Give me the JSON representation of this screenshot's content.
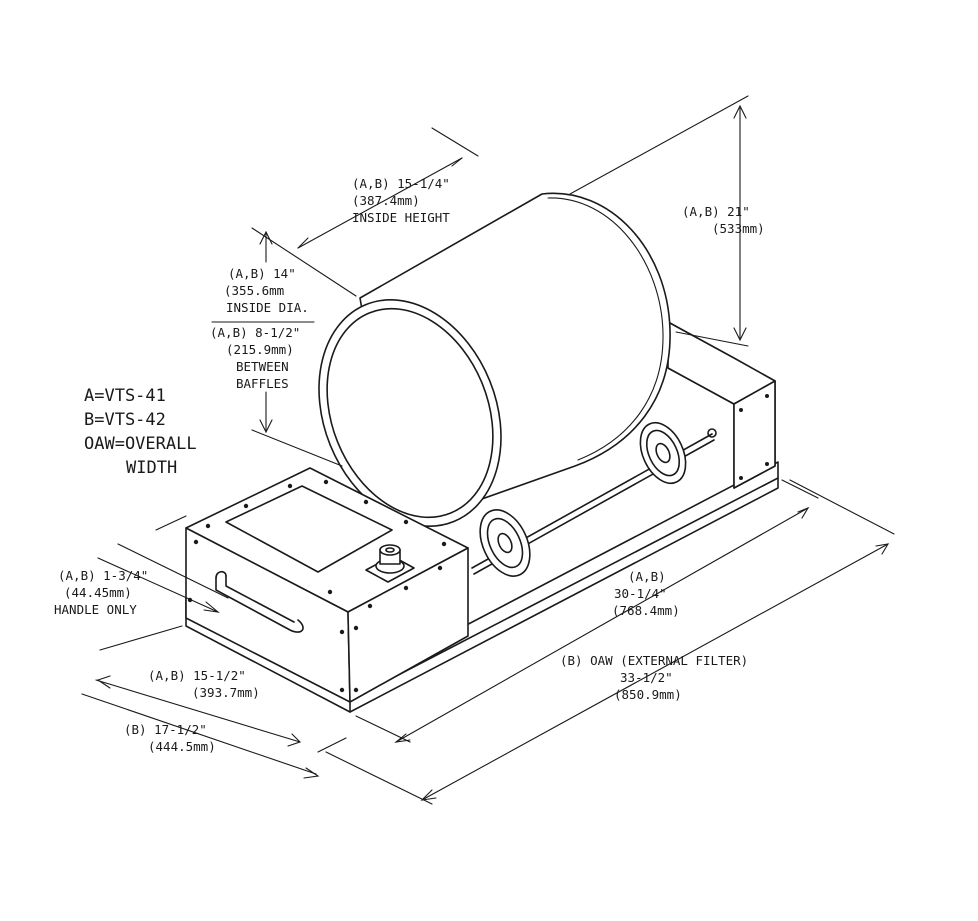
{
  "legend": {
    "a": "A=VTS-41",
    "b": "B=VTS-42",
    "oaw1": "OAW=OVERALL",
    "oaw2": "WIDTH"
  },
  "dims": {
    "inside_height": [
      "(A,B)  15-1/4\"",
      "(387.4mm)",
      "INSIDE HEIGHT"
    ],
    "overall_height": [
      "(A,B)  21\"",
      "(533mm)"
    ],
    "inside_dia": [
      "(A,B)  14\"",
      "(355.6mm",
      "INSIDE DIA."
    ],
    "baffles": [
      "(A,B)  8-1/2\"",
      "(215.9mm)",
      "BETWEEN",
      "BAFFLES"
    ],
    "handle": [
      "(A,B)  1-3/4\"",
      "(44.45mm)",
      "HANDLE ONLY"
    ],
    "depth_ab": [
      "(A,B)  15-1/2\"",
      "(393.7mm)"
    ],
    "depth_b": [
      "(B)  17-1/2\"",
      "(444.5mm)"
    ],
    "length_ab": [
      "(A,B)",
      "30-1/4\"",
      "(768.4mm)"
    ],
    "length_b": [
      "(B)  OAW  (EXTERNAL FILTER)",
      "33-1/2\"",
      "(850.9mm)"
    ]
  }
}
